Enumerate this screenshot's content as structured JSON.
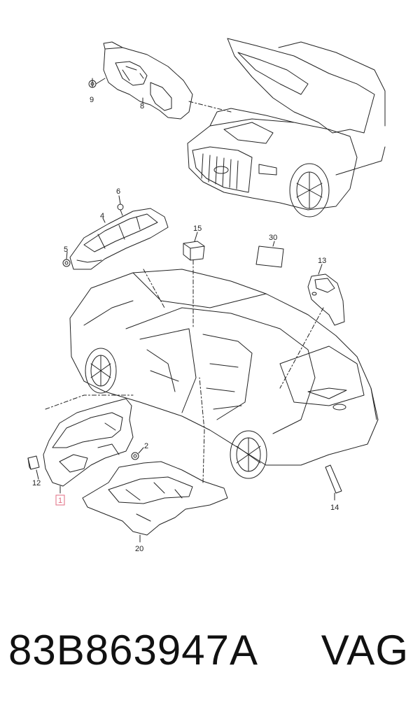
{
  "callouts": {
    "c1": "1",
    "c2": "2",
    "c4": "4",
    "c5": "5",
    "c6": "6",
    "c8": "8",
    "c9": "9",
    "c12": "12",
    "c13": "13",
    "c14": "14",
    "c15": "15",
    "c20": "20",
    "c30": "30"
  },
  "footer": {
    "part_number": "83B863947A",
    "brand": "VAG"
  },
  "highlight_color": "#e06b80"
}
